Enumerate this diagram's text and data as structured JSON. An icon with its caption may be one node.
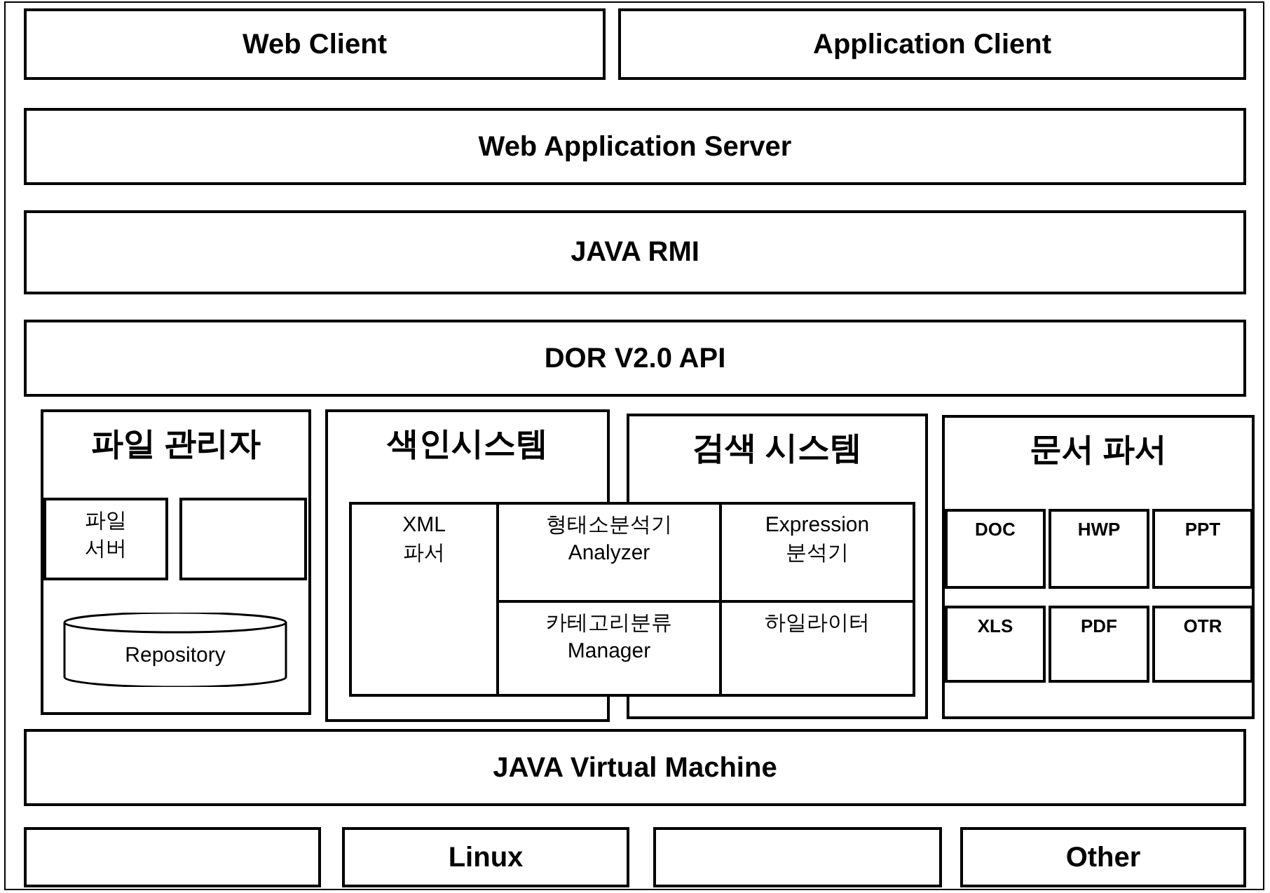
{
  "diagram": {
    "nodes": [
      {
        "text": [
          "Web Client"
        ]
      },
      {
        "text": [
          "Application Client"
        ]
      },
      {
        "text": [
          "Web Application Server"
        ]
      },
      {
        "text": [
          "JAVA RMI"
        ]
      },
      {
        "text": [
          "DOR V2.0 API"
        ]
      },
      {
        "text": [
          "파일 관리자"
        ]
      },
      {
        "text": [
          "파일 서버"
        ],
        "in": 5
      },
      {
        "text": [],
        "shape": "box",
        "in": 5
      },
      {
        "text": [
          "Repository"
        ],
        "in": 5
      },
      {
        "text": [
          "색인시스템"
        ]
      },
      {
        "text": [
          "검색 시스템"
        ]
      },
      {
        "text": [
          "XML 파서"
        ],
        "in": 9
      },
      {
        "text": [
          "형태소분석기 Analyzer"
        ]
      },
      {
        "text": [
          "Expression 분석기"
        ],
        "in": 10
      },
      {
        "text": [
          "카테고리분류 Manager"
        ]
      },
      {
        "text": [
          "하일라이터"
        ],
        "in": 10
      },
      {
        "text": [
          "문서 파서"
        ]
      },
      {
        "text": [
          "DOC"
        ],
        "in": 16
      },
      {
        "text": [
          "HWP"
        ],
        "in": 16
      },
      {
        "text": [
          "PPT"
        ],
        "in": 16
      },
      {
        "text": [
          "XLS"
        ],
        "in": 16
      },
      {
        "text": [
          "PDF"
        ],
        "in": 16
      },
      {
        "text": [
          "OTR"
        ],
        "in": 16
      },
      {
        "text": [
          "JAVA Virtual Machine"
        ]
      },
      {
        "text": [],
        "shape": "box"
      },
      {
        "text": [
          "Linux"
        ]
      },
      {
        "text": [],
        "shape": "box"
      },
      {
        "text": [
          "Other"
        ]
      }
    ]
  }
}
